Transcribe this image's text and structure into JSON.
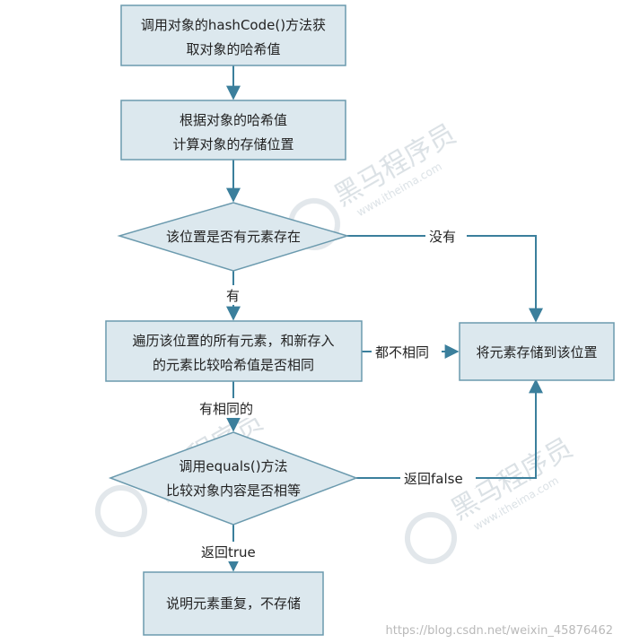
{
  "nodes": {
    "get_hash": {
      "line1": "调用对象的hashCode()方法获",
      "line2": "取对象的哈希值"
    },
    "compute_pos": {
      "line1": "根据对象的哈希值",
      "line2": "计算对象的存储位置"
    },
    "has_element": {
      "line1": "该位置是否有元素存在"
    },
    "traverse": {
      "line1": "遍历该位置的所有元素，和新存入",
      "line2": "的元素比较哈希值是否相同"
    },
    "store": {
      "line1": "将元素存储到该位置"
    },
    "equals_check": {
      "line1": "调用equals()方法",
      "line2": "比较对象内容是否相等"
    },
    "duplicate": {
      "line1": "说明元素重复，不存储"
    }
  },
  "edges": {
    "no_label": "没有",
    "yes_label": "有",
    "all_diff_label": "都不相同",
    "has_same_label": "有相同的",
    "false_label": "返回false",
    "true_label": "返回true"
  },
  "watermarks": {
    "brand": "黑马程序员",
    "brand_url": "www.itheima.com",
    "site_url": "https://blog.csdn.net/weixin_45876462"
  },
  "colors": {
    "node_fill": "#dce8ee",
    "node_stroke": "#6b9aae",
    "edge": "#3b7f9c",
    "text": "#222222"
  }
}
